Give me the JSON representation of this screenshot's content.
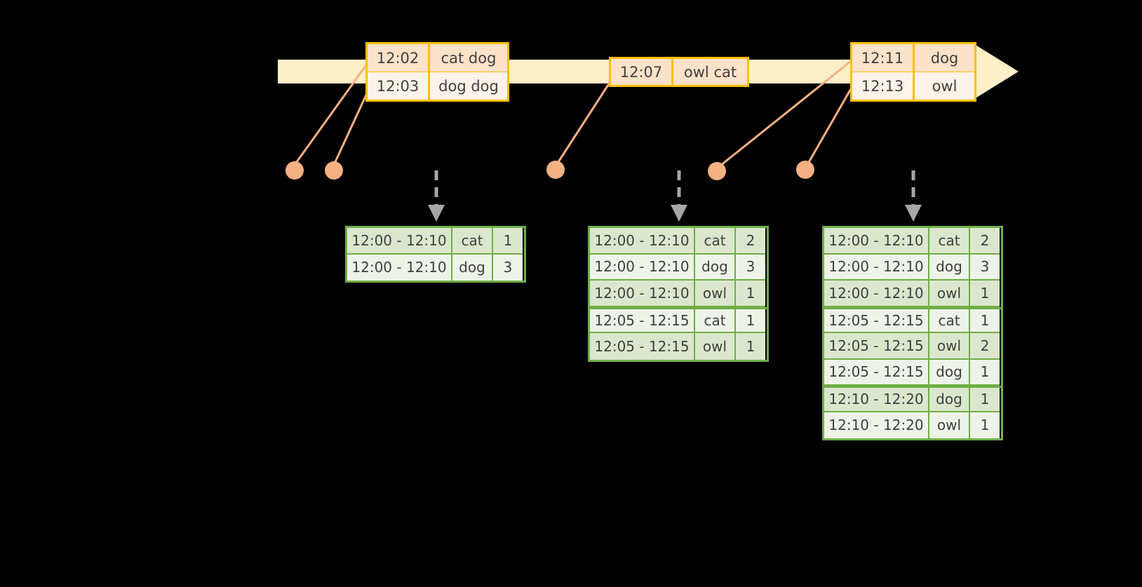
{
  "diagram": {
    "title": "windowed-word-count-timeline",
    "colors": {
      "timeline_fill": "#fdefc8",
      "event_border": "#ffc000",
      "event_fill_dark": "#fce2c8",
      "event_fill_light": "#fdf3e8",
      "table_border": "#70ad47",
      "table_fill_dark": "#dbe7cd",
      "table_fill_light": "#eef3e7",
      "connector": "#f4b183",
      "dashed_arrow": "#a6a6a6",
      "background": "#000000"
    }
  },
  "timeline": {
    "label": "event-time-axis",
    "events": [
      {
        "id": "event-group-1",
        "rows": [
          {
            "time": "12:02",
            "words": "cat dog"
          },
          {
            "time": "12:03",
            "words": "dog dog"
          }
        ]
      },
      {
        "id": "event-group-2",
        "rows": [
          {
            "time": "12:07",
            "words": "owl cat"
          }
        ]
      },
      {
        "id": "event-group-3",
        "rows": [
          {
            "time": "12:11",
            "words": "dog"
          },
          {
            "time": "12:13",
            "words": "owl"
          }
        ]
      }
    ]
  },
  "connectors": [
    {
      "id": "dot-1"
    },
    {
      "id": "dot-2"
    },
    {
      "id": "dot-3"
    },
    {
      "id": "dot-4"
    },
    {
      "id": "dot-5"
    }
  ],
  "results": [
    {
      "id": "result-table-1",
      "rows": [
        {
          "window": "12:00 - 12:10",
          "key": "cat",
          "count": "1",
          "group": 1
        },
        {
          "window": "12:00 - 12:10",
          "key": "dog",
          "count": "3",
          "group": 1
        }
      ]
    },
    {
      "id": "result-table-2",
      "rows": [
        {
          "window": "12:00 - 12:10",
          "key": "cat",
          "count": "2",
          "group": 1
        },
        {
          "window": "12:00 - 12:10",
          "key": "dog",
          "count": "3",
          "group": 1
        },
        {
          "window": "12:00 - 12:10",
          "key": "owl",
          "count": "1",
          "group": 1
        },
        {
          "window": "12:05 - 12:15",
          "key": "cat",
          "count": "1",
          "group": 2
        },
        {
          "window": "12:05 - 12:15",
          "key": "owl",
          "count": "1",
          "group": 2
        }
      ]
    },
    {
      "id": "result-table-3",
      "rows": [
        {
          "window": "12:00 - 12:10",
          "key": "cat",
          "count": "2",
          "group": 1
        },
        {
          "window": "12:00 - 12:10",
          "key": "dog",
          "count": "3",
          "group": 1
        },
        {
          "window": "12:00 - 12:10",
          "key": "owl",
          "count": "1",
          "group": 1
        },
        {
          "window": "12:05 - 12:15",
          "key": "cat",
          "count": "1",
          "group": 2
        },
        {
          "window": "12:05 - 12:15",
          "key": "owl",
          "count": "2",
          "group": 2
        },
        {
          "window": "12:05 - 12:15",
          "key": "dog",
          "count": "1",
          "group": 2
        },
        {
          "window": "12:10 - 12:20",
          "key": "dog",
          "count": "1",
          "group": 3
        },
        {
          "window": "12:10 - 12:20",
          "key": "owl",
          "count": "1",
          "group": 3
        }
      ]
    }
  ]
}
